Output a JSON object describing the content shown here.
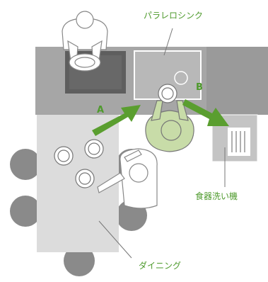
{
  "labels": {
    "parallel_sink": "パラレロシンク",
    "dishwasher": "食器洗い機",
    "dining": "ダイニング",
    "arrow_a": "A",
    "arrow_b": "B"
  },
  "colors": {
    "accent": "#5a9e2f",
    "counter": "#a6a6a6",
    "table": "#dcdcdc",
    "chair": "#8a8a8a",
    "person_highlight": "#c8dca8"
  }
}
